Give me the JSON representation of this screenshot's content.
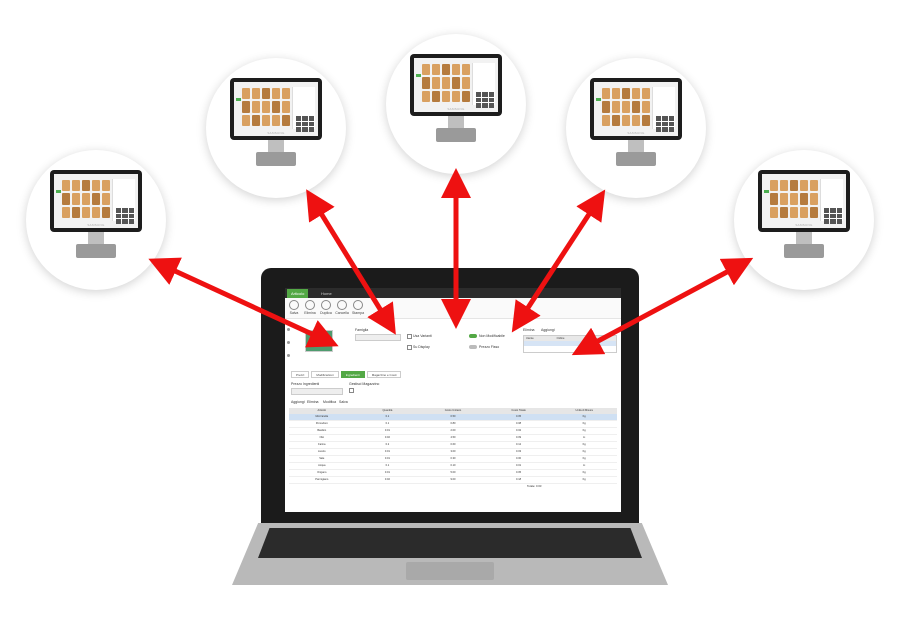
{
  "terminals": [
    {
      "brand": "SAMSUNG"
    },
    {
      "brand": "SAMSUNG"
    },
    {
      "brand": "SAMSUNG"
    },
    {
      "brand": "SAMSUNG"
    },
    {
      "brand": "SAMSUNG"
    }
  ],
  "app": {
    "tabs": [
      "Articolo",
      "Home"
    ],
    "toolbar": [
      "Salva",
      "Elimina",
      "Duplica",
      "Cancella",
      "Stampa"
    ],
    "form": {
      "famiglia_label": "Famiglia",
      "checks": [
        "Usa Varianti",
        "Su Display"
      ],
      "toggles": [
        "Non Modificabile",
        "Prezzo Fisso"
      ]
    },
    "right_table": {
      "toolbar": [
        "Elimina",
        "Aggiungi"
      ],
      "headers": [
        "Utente",
        "Ordine",
        "Visibile"
      ]
    },
    "subtabs": [
      "Prezzi",
      "Modificazioni",
      "Ingredienti",
      "Magazzino e Costi"
    ],
    "ingredients_block": {
      "label": "Prezzo Ingredienti",
      "secondary_label": "Gestisci Magazzino"
    },
    "table_toolbar": [
      "Aggiungi",
      "Elimina",
      "Modifica",
      "Salva"
    ],
    "table_headers": [
      "Articolo",
      "Quantità",
      "Costo Unitario",
      "Costo Totale",
      "Unità di Misura"
    ],
    "rows": [
      [
        "Mozzarella",
        "0.1",
        "0.50",
        "0.05",
        "Kg"
      ],
      [
        "Pomodoro",
        "0.1",
        "0.80",
        "0.08",
        "Kg"
      ],
      [
        "Basilico",
        "0.01",
        "2.00",
        "0.02",
        "Kg"
      ],
      [
        "Olio",
        "0.02",
        "4.50",
        "0.09",
        "Lt"
      ],
      [
        "Farina",
        "0.2",
        "0.60",
        "0.12",
        "Kg"
      ],
      [
        "Lievito",
        "0.01",
        "3.00",
        "0.03",
        "Kg"
      ],
      [
        "Sale",
        "0.01",
        "0.30",
        "0.00",
        "Kg"
      ],
      [
        "Acqua",
        "0.1",
        "0.10",
        "0.01",
        "Lt"
      ],
      [
        "Origano",
        "0.01",
        "5.00",
        "0.05",
        "Kg"
      ],
      [
        "Parmigiano",
        "0.02",
        "9.00",
        "0.18",
        "Kg"
      ]
    ],
    "total": "Totale: 0.63"
  },
  "arrow_color": "#ee1111"
}
